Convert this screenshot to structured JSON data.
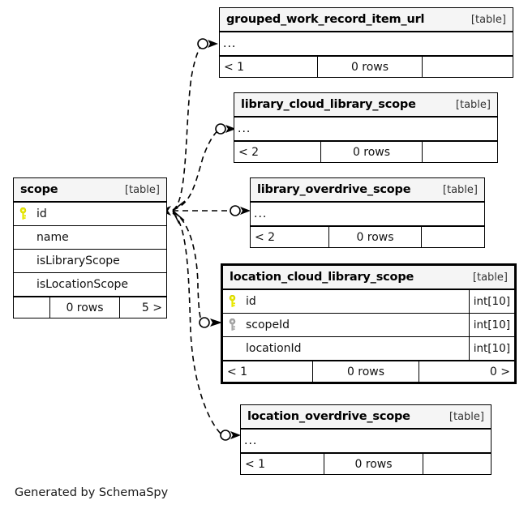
{
  "diagram": {
    "generator_note": "Generated by SchemaSpy",
    "table_tag": "[table]",
    "ellipsis": "...",
    "colors": {
      "primary_key_icon": "#e8e800",
      "foreign_key_icon": "#a0a0a0",
      "header_background": "#f5f5f5",
      "border": "#000000",
      "background": "#ffffff"
    }
  },
  "tables": [
    {
      "id": "grouped_work_record_item_url",
      "name": "grouped_work_record_item_url",
      "tag": "[table]",
      "focal": false,
      "collapsed": true,
      "columns": [],
      "footer": {
        "left": "< 1",
        "center": "0 rows",
        "right": ""
      }
    },
    {
      "id": "library_cloud_library_scope",
      "name": "library_cloud_library_scope",
      "tag": "[table]",
      "focal": false,
      "collapsed": true,
      "columns": [],
      "footer": {
        "left": "< 2",
        "center": "0 rows",
        "right": ""
      }
    },
    {
      "id": "library_overdrive_scope",
      "name": "library_overdrive_scope",
      "tag": "[table]",
      "focal": false,
      "collapsed": true,
      "columns": [],
      "footer": {
        "left": "< 2",
        "center": "0 rows",
        "right": ""
      }
    },
    {
      "id": "scope",
      "name": "scope",
      "tag": "[table]",
      "focal": false,
      "collapsed": false,
      "columns": [
        {
          "name": "id",
          "key": "primary",
          "type": ""
        },
        {
          "name": "name",
          "key": "none",
          "type": ""
        },
        {
          "name": "isLibraryScope",
          "key": "none",
          "type": ""
        },
        {
          "name": "isLocationScope",
          "key": "none",
          "type": ""
        }
      ],
      "footer": {
        "left": "",
        "center": "0 rows",
        "right": "5 >"
      }
    },
    {
      "id": "location_cloud_library_scope",
      "name": "location_cloud_library_scope",
      "tag": "[table]",
      "focal": true,
      "collapsed": false,
      "columns": [
        {
          "name": "id",
          "key": "primary",
          "type": "int[10]"
        },
        {
          "name": "scopeId",
          "key": "foreign",
          "type": "int[10]"
        },
        {
          "name": "locationId",
          "key": "none",
          "type": "int[10]"
        }
      ],
      "footer": {
        "left": "< 1",
        "center": "0 rows",
        "right": "0 >"
      }
    },
    {
      "id": "location_overdrive_scope",
      "name": "location_overdrive_scope",
      "tag": "[table]",
      "focal": false,
      "collapsed": true,
      "columns": [],
      "footer": {
        "left": "< 1",
        "center": "0 rows",
        "right": ""
      }
    }
  ],
  "relationships": [
    {
      "from": "scope",
      "to": "grouped_work_record_item_url",
      "style": "dashed",
      "optional": true
    },
    {
      "from": "scope",
      "to": "library_cloud_library_scope",
      "style": "dashed",
      "optional": true
    },
    {
      "from": "scope",
      "to": "library_overdrive_scope",
      "style": "dashed",
      "optional": true
    },
    {
      "from": "scope",
      "to": "location_cloud_library_scope",
      "style": "dashed",
      "optional": true
    },
    {
      "from": "scope",
      "to": "location_overdrive_scope",
      "style": "dashed",
      "optional": true
    }
  ]
}
